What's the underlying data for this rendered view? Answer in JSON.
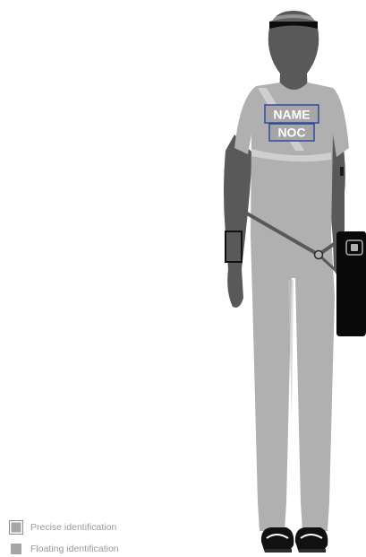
{
  "figure": {
    "bib_name": "NAME",
    "bib_noc": "NOC",
    "colors": {
      "body": "#595959",
      "clothing": "#b0b0b0",
      "bag": "#0a0a0a",
      "outline": "#2c2c2c",
      "tag_border": "#2f4a9e",
      "tag_fill": "#a6a6a6"
    }
  },
  "legend": {
    "precise_label": "Precise identification",
    "floating_label": "Floating identification"
  }
}
